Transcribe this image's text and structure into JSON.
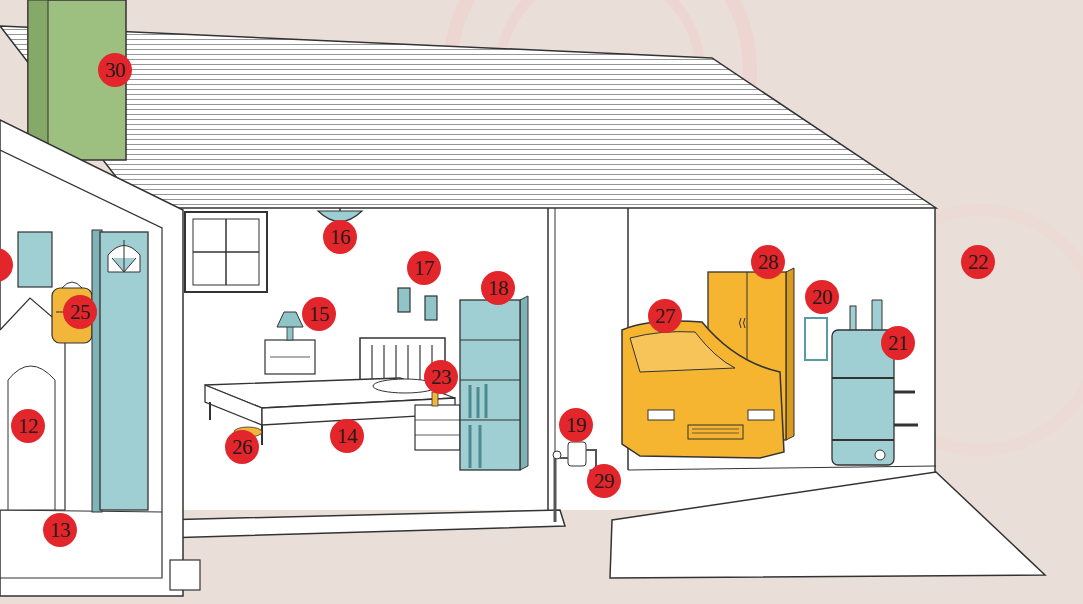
{
  "diagram": {
    "labels": [
      "30",
      "16",
      "22",
      "17",
      "28",
      "18",
      "20",
      "25",
      "15",
      "27",
      "21",
      "23",
      "19",
      "12",
      "14",
      "26",
      "29",
      "13"
    ]
  }
}
